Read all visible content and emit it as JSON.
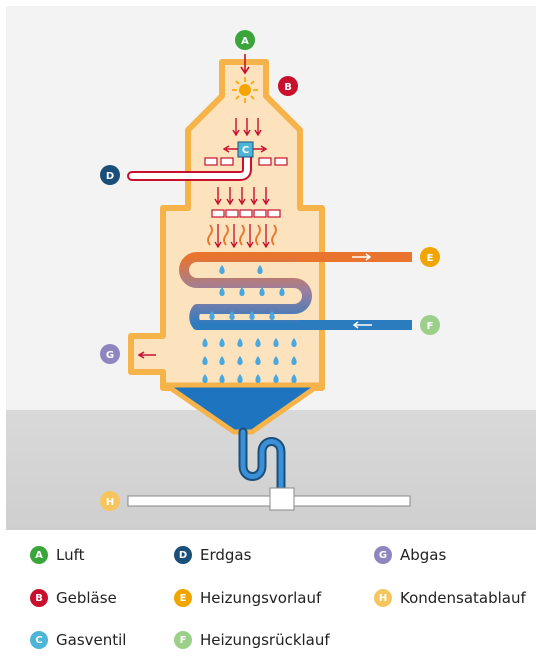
{
  "colors": {
    "luft": "#3aa53a",
    "geblaese": "#c8102e",
    "erdgas": "#1a4f7a",
    "gasventil": "#4db6d6",
    "vorlauf": "#e8742e",
    "ruecklauf": "#2b7bbf",
    "abgas": "#8f86c0",
    "kondensat": "#f7c55e",
    "boiler_fill": "#fce2bd",
    "boiler_outline": "#f5b34a",
    "water": "#1f74bf"
  },
  "markers": {
    "a": "A",
    "b": "B",
    "c": "C",
    "d": "D",
    "e": "E",
    "f": "F",
    "g": "G",
    "h": "H"
  },
  "legend": {
    "luft": "Luft",
    "geblaese": "Gebläse",
    "gasventil": "Gasventil",
    "erdgas": "Erdgas",
    "heizungsvorlauf": "Heizungsvorlauf",
    "heizungsruecklauf": "Heizungsrücklauf",
    "abgas": "Abgas",
    "kondensatablauf": "Kondensatablauf"
  }
}
